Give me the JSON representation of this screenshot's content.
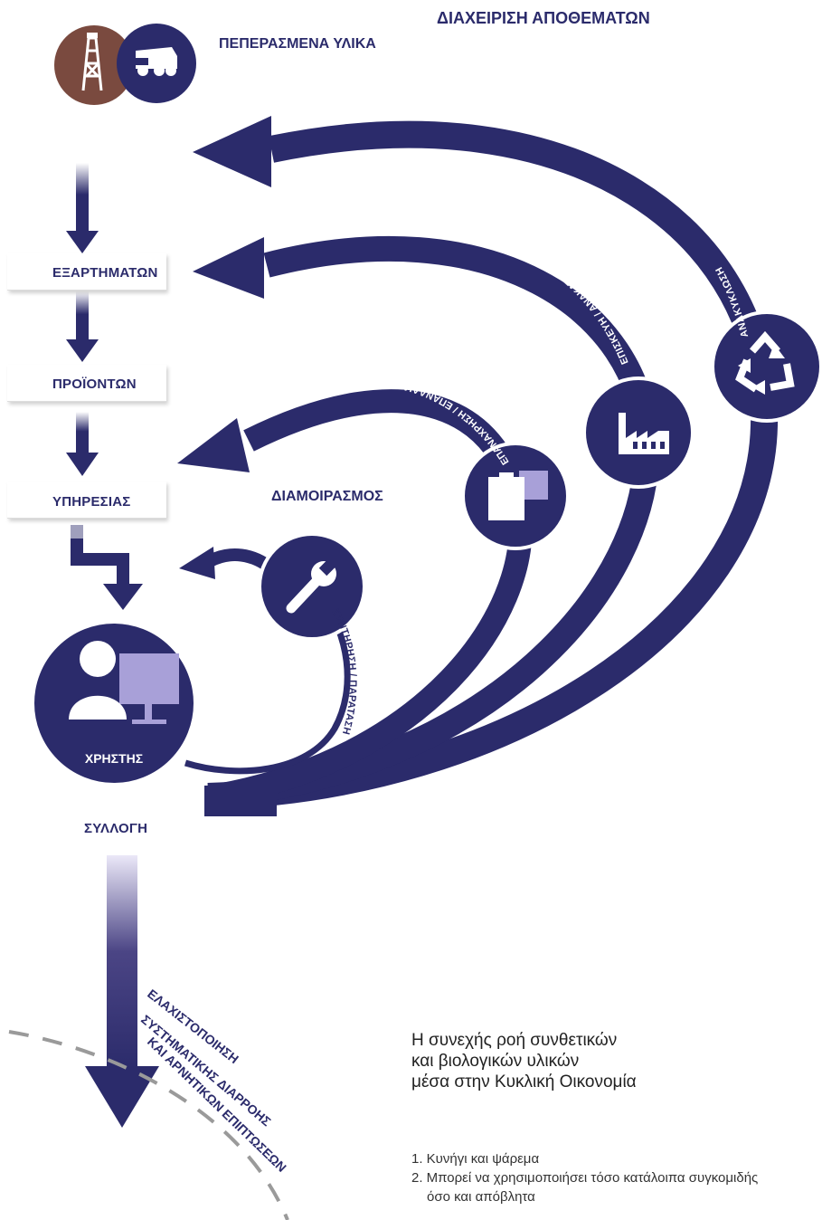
{
  "header": {
    "title": "ΔΙΑΧΕΙΡΙΣΗ ΑΠΟΘΕΜΑΤΩΝ"
  },
  "flow": {
    "raw_materials": "ΠΕΠΕΡΑΣΜΕΝΑ ΥΛΙΚΑ",
    "components": "ΕΞΑΡΤΗΜΑΤΩΝ",
    "products": "ΠΡΟΪΟΝΤΩΝ",
    "services": "ΥΠΗΡΕΣΙΑΣ",
    "sharing": "ΔΙΑΜΟΙΡΑΣΜΟΣ",
    "user": "ΧΡΗΣΤΗΣ",
    "collection": "ΣΥΛΛΟΓΗ"
  },
  "loops": {
    "recycling": "ΑΝΑΚΥΚΛΩΣΗ",
    "refurbish": "ΕΠΙΣΚΕΥΗ / ΑΝΑΚΑΤΑΣΚΕΥΗ",
    "reuse": "ΕΠΑΝΑΧΡΗΣΗ / ΕΠΑΝΑΔΙΑΝΟΜΗ",
    "maintain": "ΣΥΝΤΗΡΗΣΗ / ΠΑΡΑΤΑΣΗ"
  },
  "leakage": {
    "line1": "ΕΛΑΧΙΣΤΟΠΟΙΗΣΗ",
    "line2": "ΣΥΣΤΗΜΑΤΙΚΗΣ ΔΙΑΡΡΟΗΣ",
    "line3": "ΚΑΙ ΑΡΝΗΤΙΚΩΝ ΕΠΙΠΤΩΣΕΩΝ"
  },
  "summary": {
    "line1": "Η συνεχής ροή συνθετικών",
    "line2": "και βιολογικών υλικών",
    "line3": "μέσα στην Κυκλική Οικονομία"
  },
  "footnotes": {
    "note1": "1. Κυνήγι και ψάρεμα",
    "note2": "2. Μπορεί να χρησιμοποιήσει τόσο κατάλοιπα συγκομιδής",
    "note2b": "όσο και απόβλητα"
  },
  "icons": {
    "oil_rig": "oil-rig-icon",
    "truck": "dump-truck-icon",
    "recycle": "recycle-icon",
    "factory": "factory-icon",
    "package": "package-icon",
    "wrench": "wrench-icon",
    "user": "user-at-computer-icon"
  },
  "colors": {
    "navy": "#2b2b6b",
    "lavender": "#a8a0d8",
    "brown": "#7a4a3f",
    "dashed": "#9a9a9a"
  }
}
